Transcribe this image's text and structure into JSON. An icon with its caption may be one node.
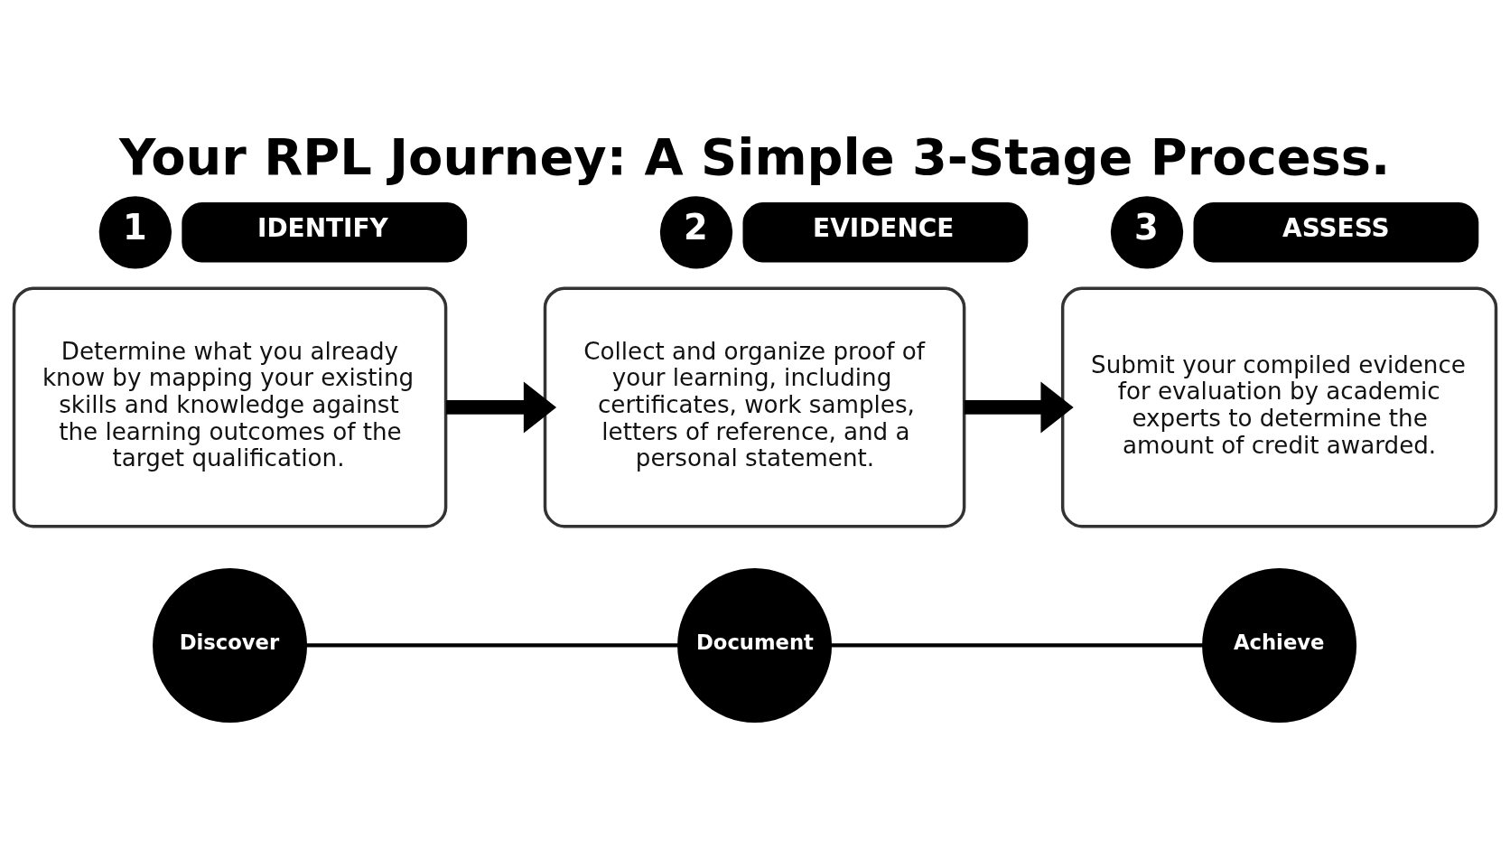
{
  "diagram": {
    "title": "Your RPL Journey: A Simple 3-Stage Process.",
    "nodes": [
      {
        "text": [
          "1"
        ]
      },
      {
        "text": [
          "IDENTIFY"
        ]
      },
      {
        "text": [
          "Determine what you already know by mapping your existing skills and knowledge against the learning outcomes of the target qualification."
        ]
      },
      {
        "text": [
          "2"
        ]
      },
      {
        "text": [
          "EVIDENCE"
        ]
      },
      {
        "text": [
          "Collect and organize proof of your learning, including certificates, work samples, letters of reference, and a personal statement."
        ]
      },
      {
        "text": [
          "3"
        ]
      },
      {
        "text": [
          "ASSESS"
        ]
      },
      {
        "text": [
          "Submit your compiled evidence for evaluation by academic experts to determine the amount of credit awarded."
        ]
      },
      {
        "text": [
          "Discover"
        ]
      },
      {
        "text": [
          "Document"
        ]
      },
      {
        "text": [
          "Achieve"
        ]
      }
    ],
    "edges": [
      {
        "from": 2,
        "to": 5,
        "arrow": "to",
        "style": "thick"
      },
      {
        "from": 5,
        "to": 8,
        "arrow": "to",
        "style": "thick"
      },
      {
        "from": 9,
        "to": 10,
        "arrow": "none"
      },
      {
        "from": 10,
        "to": 11,
        "arrow": "none"
      }
    ]
  }
}
